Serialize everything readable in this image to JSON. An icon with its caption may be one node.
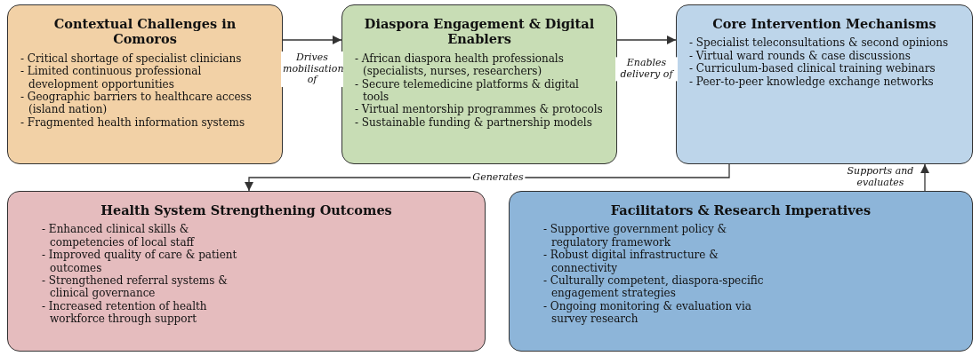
{
  "diagram": {
    "nodes": [
      {
        "text": [
          "Contextual Challenges in Comoros",
          "- Critical shortage of specialist clinicians",
          "- Limited continuous professional development opportunities",
          "- Geographic barriers to healthcare access (island nation)",
          "- Fragmented health information systems"
        ]
      },
      {
        "text": [
          "Diaspora Engagement & Digital Enablers",
          "- African diaspora health professionals (specialists, nurses, researchers)",
          "- Secure telemedicine platforms & digital tools",
          "- Virtual mentorship programmes & protocols",
          "- Sustainable funding & partnership models"
        ]
      },
      {
        "text": [
          "Core Intervention Mechanisms",
          "- Specialist teleconsultations & second opinions",
          "- Virtual ward rounds & case discussions",
          "- Curriculum-based clinical training webinars",
          "- Peer-to-peer knowledge exchange networks"
        ]
      },
      {
        "text": [
          "Health System Strengthening Outcomes",
          "- Enhanced clinical skills & competencies of local staff",
          "- Improved quality of care & patient outcomes",
          "- Strengthened referral systems & clinical governance",
          "- Increased retention of health workforce through support"
        ]
      },
      {
        "text": [
          "Facilitators & Research Imperatives",
          "- Supportive government policy & regulatory framework",
          "- Robust digital infrastructure & connectivity",
          "- Culturally competent, diaspora-specific engagement strategies",
          "- Ongoing monitoring & evaluation via survey research"
        ]
      }
    ],
    "edges": [
      {
        "from": 0,
        "to": 1,
        "arrow": "to",
        "label": "Drives mobilisation of"
      },
      {
        "from": 1,
        "to": 2,
        "arrow": "to",
        "label": "Enables delivery of"
      },
      {
        "from": 2,
        "to": 3,
        "arrow": "to",
        "label": "Generates"
      },
      {
        "from": 4,
        "to": 2,
        "arrow": "to",
        "label": "Supports and evaluates"
      }
    ]
  }
}
